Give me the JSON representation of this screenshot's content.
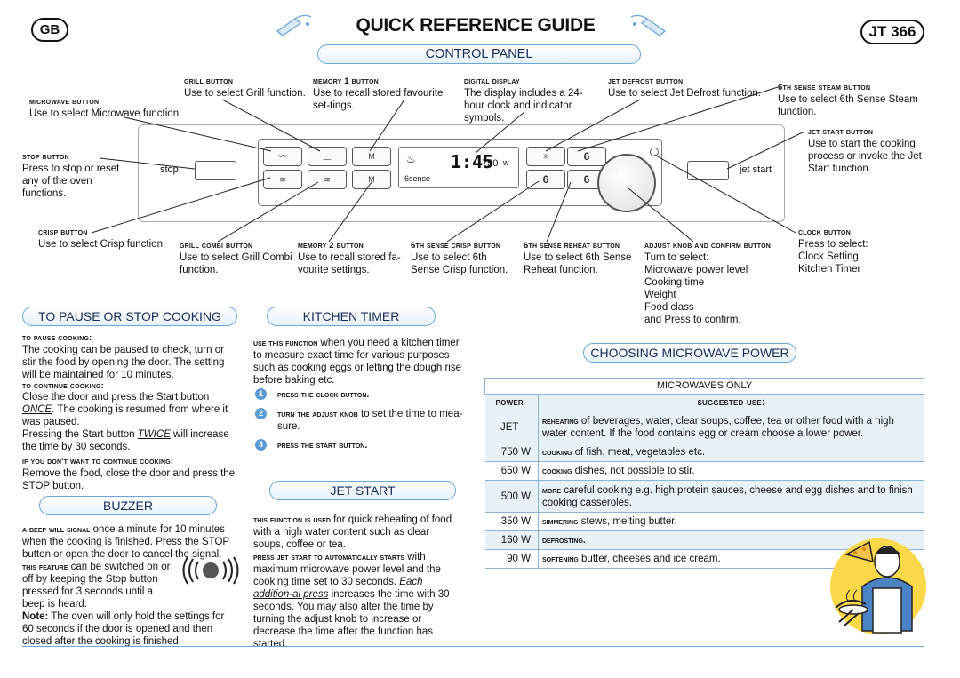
{
  "header": {
    "gb": "GB",
    "title": "QUICK REFERENCE GUIDE",
    "model": "JT 366",
    "control_panel": "CONTROL PANEL"
  },
  "callouts": {
    "grill_button": {
      "title": "Grill button",
      "text": "Use to select Grill function."
    },
    "memory1": {
      "title": "Memory 1 button",
      "text": "Use to recall stored favourite set-tings."
    },
    "digital_display": {
      "title": "Digital display",
      "text": "The display includes a 24-hour clock and indicator symbols."
    },
    "jet_defrost": {
      "title": "Jet Defrost button",
      "text": "Use to select Jet Defrost function."
    },
    "sixth_steam": {
      "title": "6th Sense Steam button",
      "text": "Use to select 6th Sense Steam function."
    },
    "microwave": {
      "title": "Microwave button",
      "text": "Use to select Microwave function."
    },
    "stop": {
      "title": "Stop button",
      "text": "Press to stop or reset any of the oven functions."
    },
    "jet_start": {
      "title": "Jet Start button",
      "text": "Use to start the cooking process or invoke the Jet Start function."
    },
    "crisp": {
      "title": "Crisp button",
      "text": "Use to select Crisp function."
    },
    "grill_combi": {
      "title": "Grill Combi button",
      "text": "Use to select Grill Combi function."
    },
    "memory2": {
      "title": "Memory 2 button",
      "text": "Use to recall stored fa-vourite settings."
    },
    "sixth_crisp": {
      "title": "6th Sense Crisp button",
      "text": "Use to select 6th Sense Crisp function."
    },
    "sixth_reheat": {
      "title": "6th Sense Reheat button",
      "text": "Use to select 6th Sense Reheat function."
    },
    "adjust": {
      "title": "Adjust knob and Confirm button",
      "text": "Turn to select:",
      "items": [
        "Microwave power level",
        "Cooking time",
        "Weight",
        "Food class",
        "and Press to confirm."
      ]
    },
    "clock": {
      "title": "Clock button",
      "text": "Press to select:",
      "items": [
        "Clock Setting",
        "Kitchen Timer"
      ]
    }
  },
  "panel": {
    "stop_label": "stop",
    "jet_start_label": "jet start",
    "display_time": "1:45",
    "display_power": "750",
    "display_w": "w",
    "sense_label": "6sense",
    "six_label": "6"
  },
  "pause": {
    "heading": "TO PAUSE OR STOP COOKING",
    "sub1": "To pause cooking:",
    "p1": "The cooking can be paused to check, turn or stir the food by opening the door. The setting will be maintained for 10 minutes.",
    "sub2": "To continue cooking:",
    "p2a": "Close the door and press the Start button ",
    "p2a_u": "ONCE",
    "p2b": ". The cooking is resumed from where it was paused.",
    "p3a": "Pressing the Start button ",
    "p3a_u": "TWICE",
    "p3b": " will increase the time by 30 seconds.",
    "sub3": "If you don't want to continue cooking:",
    "p4": "Remove the food, close the door and press the STOP button."
  },
  "buzzer": {
    "heading": "BUZZER",
    "lead_sc": "A beep will signal",
    "lead": " once a minute for 10 minutes",
    "p1": "when the cooking is finished. Press the STOP button or open the door to cancel the signal.",
    "p2_sc": "This feature",
    "p2": " can be switched on or off by keeping the Stop button pressed for 3 seconds until a beep is heard.",
    "note_b": "Note:",
    "note": " The oven will only hold the settings for 60 seconds if the door is opened and then closed after the cooking is finished."
  },
  "timer": {
    "heading": "KITCHEN TIMER",
    "lead_sc": "Use this function",
    "lead": " when you need a kitchen timer to measure exact time for various purposes such as cooking eggs or letting the dough rise before baking etc.",
    "steps": [
      {
        "n": "1",
        "sc": "Press the Clock button.",
        "t": ""
      },
      {
        "n": "2",
        "sc": "Turn the Adjust knob",
        "t": " to set the time to mea-sure."
      },
      {
        "n": "3",
        "sc": "Press the Start button.",
        "t": ""
      }
    ]
  },
  "jetstart": {
    "heading": "JET START",
    "lead_sc": "This function is used",
    "lead": " for quick reheating of food with a high water content such as clear soups, coffee or tea.",
    "p2_sc": "Press Jet Start to automatically starts",
    "p2": " with maximum microwave power level and the cooking time set to 30 seconds. ",
    "p2_u": "Each addition-al press",
    "p2b": " increases the time with 30 seconds. You may also alter the time by turning the adjust knob to increase or decrease the time after the function has started."
  },
  "microwave": {
    "heading": "CHOOSING MICROWAVE POWER",
    "table_title": "MICROWAVES ONLY",
    "col_power": "Power",
    "col_use": "Suggested use:",
    "rows": [
      {
        "power": "JET",
        "sc": "Reheating",
        "text": " of beverages, water, clear soups, coffee, tea or other food with a high water content. If the food contains egg or cream choose a lower power."
      },
      {
        "power": "750 W",
        "sc": "Cooking",
        "text": " of fish, meat, vegetables etc."
      },
      {
        "power": "650 W",
        "sc": "Cooking",
        "text": " dishes, not possible to stir."
      },
      {
        "power": "500 W",
        "sc": "More",
        "text": " careful cooking e.g. high protein sauces, cheese and egg dishes and to finish cooking casseroles."
      },
      {
        "power": "350 W",
        "sc": "Simmering",
        "text": " stews, melting butter."
      },
      {
        "power": "160 W",
        "sc": "Defrosting.",
        "text": ""
      },
      {
        "power": "90 W",
        "sc": "Softening",
        "text": " butter, cheeses and ice cream."
      }
    ]
  }
}
